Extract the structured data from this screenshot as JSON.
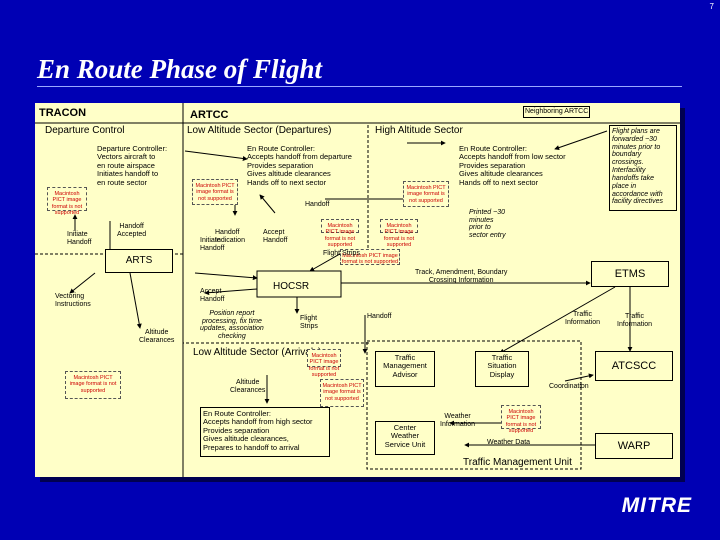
{
  "page_number": "7",
  "title": "En Route Phase of Flight",
  "pict_placeholder": "Macintosh PICT image format is not supported",
  "sections": {
    "tracon": "TRACON",
    "artcc": "ARTCC",
    "neighboring_artcc": "Neighboring ARTCC",
    "departure_control": "Departure Control",
    "low_altitude_departures": "Low Altitude Sector (Departures)",
    "high_altitude": "High Altitude Sector",
    "low_altitude_arrivals": "Low Altitude Sector (Arrivals)",
    "traffic_management_unit": "Traffic Management Unit"
  },
  "boxes": {
    "departure_controller": "Departure Controller:\nVectors aircraft to\nen route airspace\nInitiates handoff to\nen route sector",
    "en_route_dep": "En Route Controller:\nAccepts handoff from departure\nProvides separation\nGives altitude clearances\nHands off to next sector",
    "en_route_high": "En Route Controller:\nAccepts handoff from low sector\nProvides separation\nGives altitude clearances\nHands off to next sector",
    "flight_plans_note": "Flight plans are\nforwarded ~30\nminutes prior to\nboundary\ncrossings.\nInterfacility\nhandoffs take\nplace in\naccordance with\nfacility directives",
    "arts": "ARTS",
    "hocsr": "HOCSR",
    "etms": "ETMS",
    "atcscc": "ATCSCC",
    "warp": "WARP",
    "en_route_arr": "En Route Controller:\nAccepts handoff from high sector\nProvides separation\nGives altitude clearances,\nPrepares to handoff to arrival",
    "traffic_mgmt_advisor": "Traffic\nManagement\nAdvisor",
    "traffic_situation_display": "Traffic\nSituation\nDisplay",
    "center_weather": "Center\nWeather\nService Unit"
  },
  "labels": {
    "initiate_handoff": "Initiate\nHandoff",
    "handoff_accepted": "Handoff\nAccepted",
    "handoff_indication": "Handoff\nIndication",
    "accept_handoff": "Accept\nHandoff",
    "handoff_top": "Handoff",
    "printed_30": "Printed ~30\nminutes\nprior to\nsector entry",
    "flight_strips_top": "Flight Strips",
    "initiate_handoff_2": "Initiate\nHandoff",
    "accept_handoff_2": "Accept\nHandoff",
    "position_report": "Position report\nprocessing, fix time\nupdates, association\nchecking",
    "flight_strips_2": "Flight\nStrips",
    "handoff_mid": "Handoff",
    "track_amendment": "Track, Amendment, Boundary\nCrossing Information",
    "traffic_info_1": "Traffic\nInformation",
    "traffic_info_2": "Traffic\nInformation",
    "vectoring": "Vectoring\nInstructions",
    "altitude_clearances_1": "Altitude\nClearances",
    "altitude_clearances_2": "Altitude\nClearances",
    "coordination": "Coordination",
    "weather_information": "Weather\nInformation",
    "weather_data": "Weather Data"
  },
  "logo": "MITRE"
}
